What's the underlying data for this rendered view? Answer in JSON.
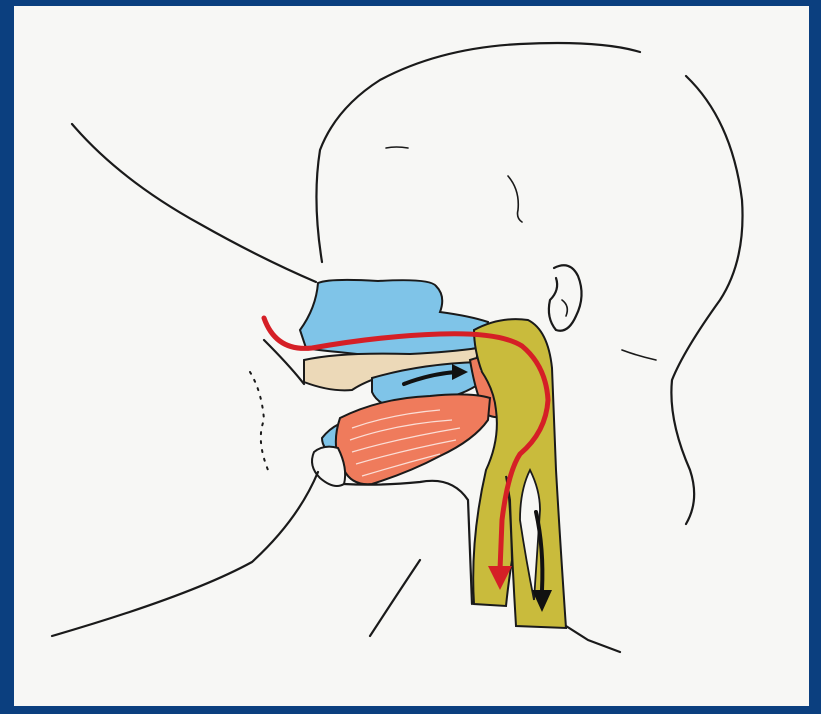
{
  "diagram": {
    "kind": "sagittal-section-drawing",
    "colors": {
      "background_frame": "#0b3f7f",
      "paper": "#f7f7f5",
      "nasal_cavity": "#7fc4e8",
      "palate": "#ecd9b8",
      "tongue": "#ef7b5c",
      "pharynx": "#c9bb3c",
      "airflow_arrow": "#d51f26",
      "swallow_arrow": "#111111"
    },
    "structures": [
      "head-outline",
      "face-profile",
      "ear",
      "eyebrow",
      "nasal-cavity",
      "hard-palate",
      "tongue",
      "soft-palate",
      "pharynx",
      "trachea",
      "esophagus",
      "chin-neck-outline",
      "back-of-head"
    ],
    "arrows": [
      {
        "name": "airflow-path",
        "color": "red",
        "direction": "nose-to-trachea"
      },
      {
        "name": "milk-flow-path",
        "color": "black",
        "direction": "mouth-to-esophagus"
      }
    ]
  }
}
